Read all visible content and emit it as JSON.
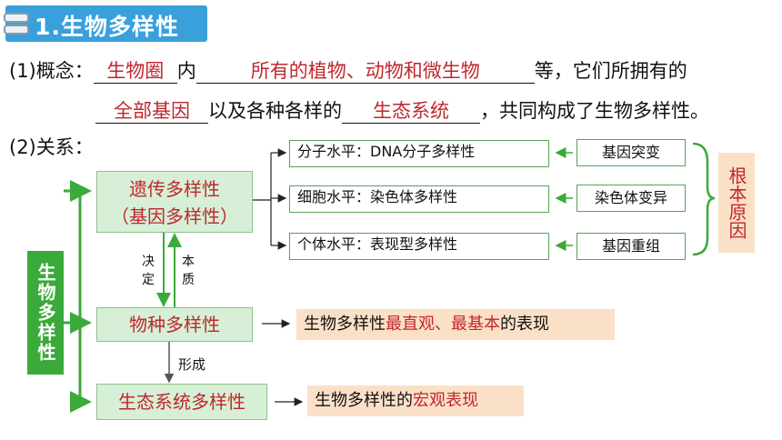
{
  "title": "1.生物多样性",
  "concept": {
    "label": "(1)概念：",
    "blank1": "生物圈",
    "t1": "内",
    "blank2": "所有的植物、动物和微生物",
    "t2": "等，它们所拥有的",
    "blank3": "全部基因",
    "t3": "以及各种各样的",
    "blank4": "生态系统",
    "t4": "，共同构成了生物多样性。"
  },
  "relation": {
    "label": "(2)关系：",
    "side_label": "生物多样性",
    "genetic": {
      "line1": "遗传多样性",
      "line2": "（基因多样性）"
    },
    "species": "物种多样性",
    "ecosystem": "生态系统多样性",
    "decide": "决定",
    "essence": "本质",
    "form": "形成",
    "levels": [
      "分子水平：DNA分子多样性",
      "细胞水平：染色体多样性",
      "个体水平：表现型多样性"
    ],
    "causes": [
      "基因突变",
      "染色体变异",
      "基因重组"
    ],
    "root_cause": "根本原因",
    "species_note": {
      "pre": "生物多样性",
      "hl1": "最直观",
      "mid": "、",
      "hl2": "最基本",
      "post": "的表现"
    },
    "eco_note": {
      "pre": "生物多样性的",
      "hl": "宏观表现"
    }
  }
}
